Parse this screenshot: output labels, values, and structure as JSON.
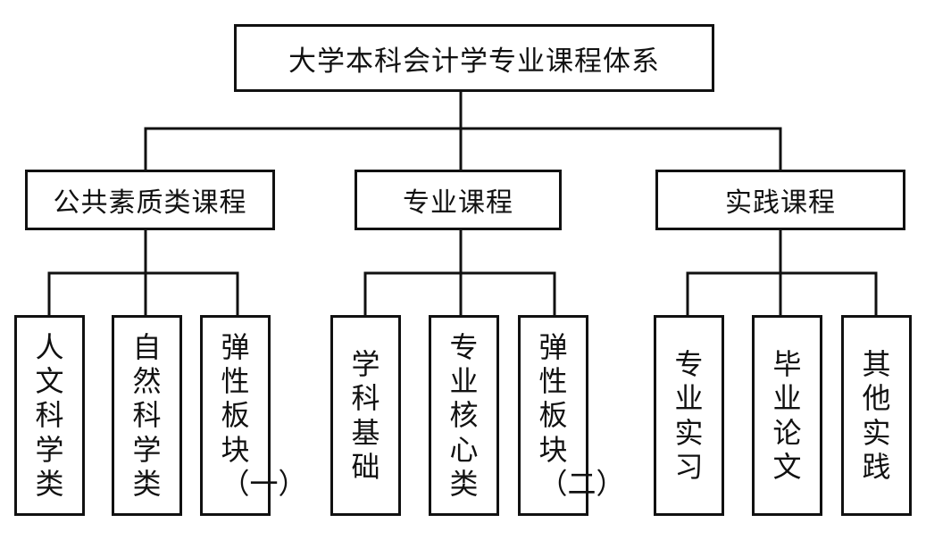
{
  "root": {
    "label": "大学本科会计学专业课程体系"
  },
  "categories": [
    {
      "label": "公共素质类课程",
      "children": [
        "人文科学类",
        "自然科学类",
        "弹性板块（一）"
      ]
    },
    {
      "label": "专业课程",
      "children": [
        "学科基础",
        "专业核心类",
        "弹性板块（二）"
      ]
    },
    {
      "label": "实践课程",
      "children": [
        "专业实习",
        "毕业论文",
        "其他实践"
      ]
    }
  ]
}
